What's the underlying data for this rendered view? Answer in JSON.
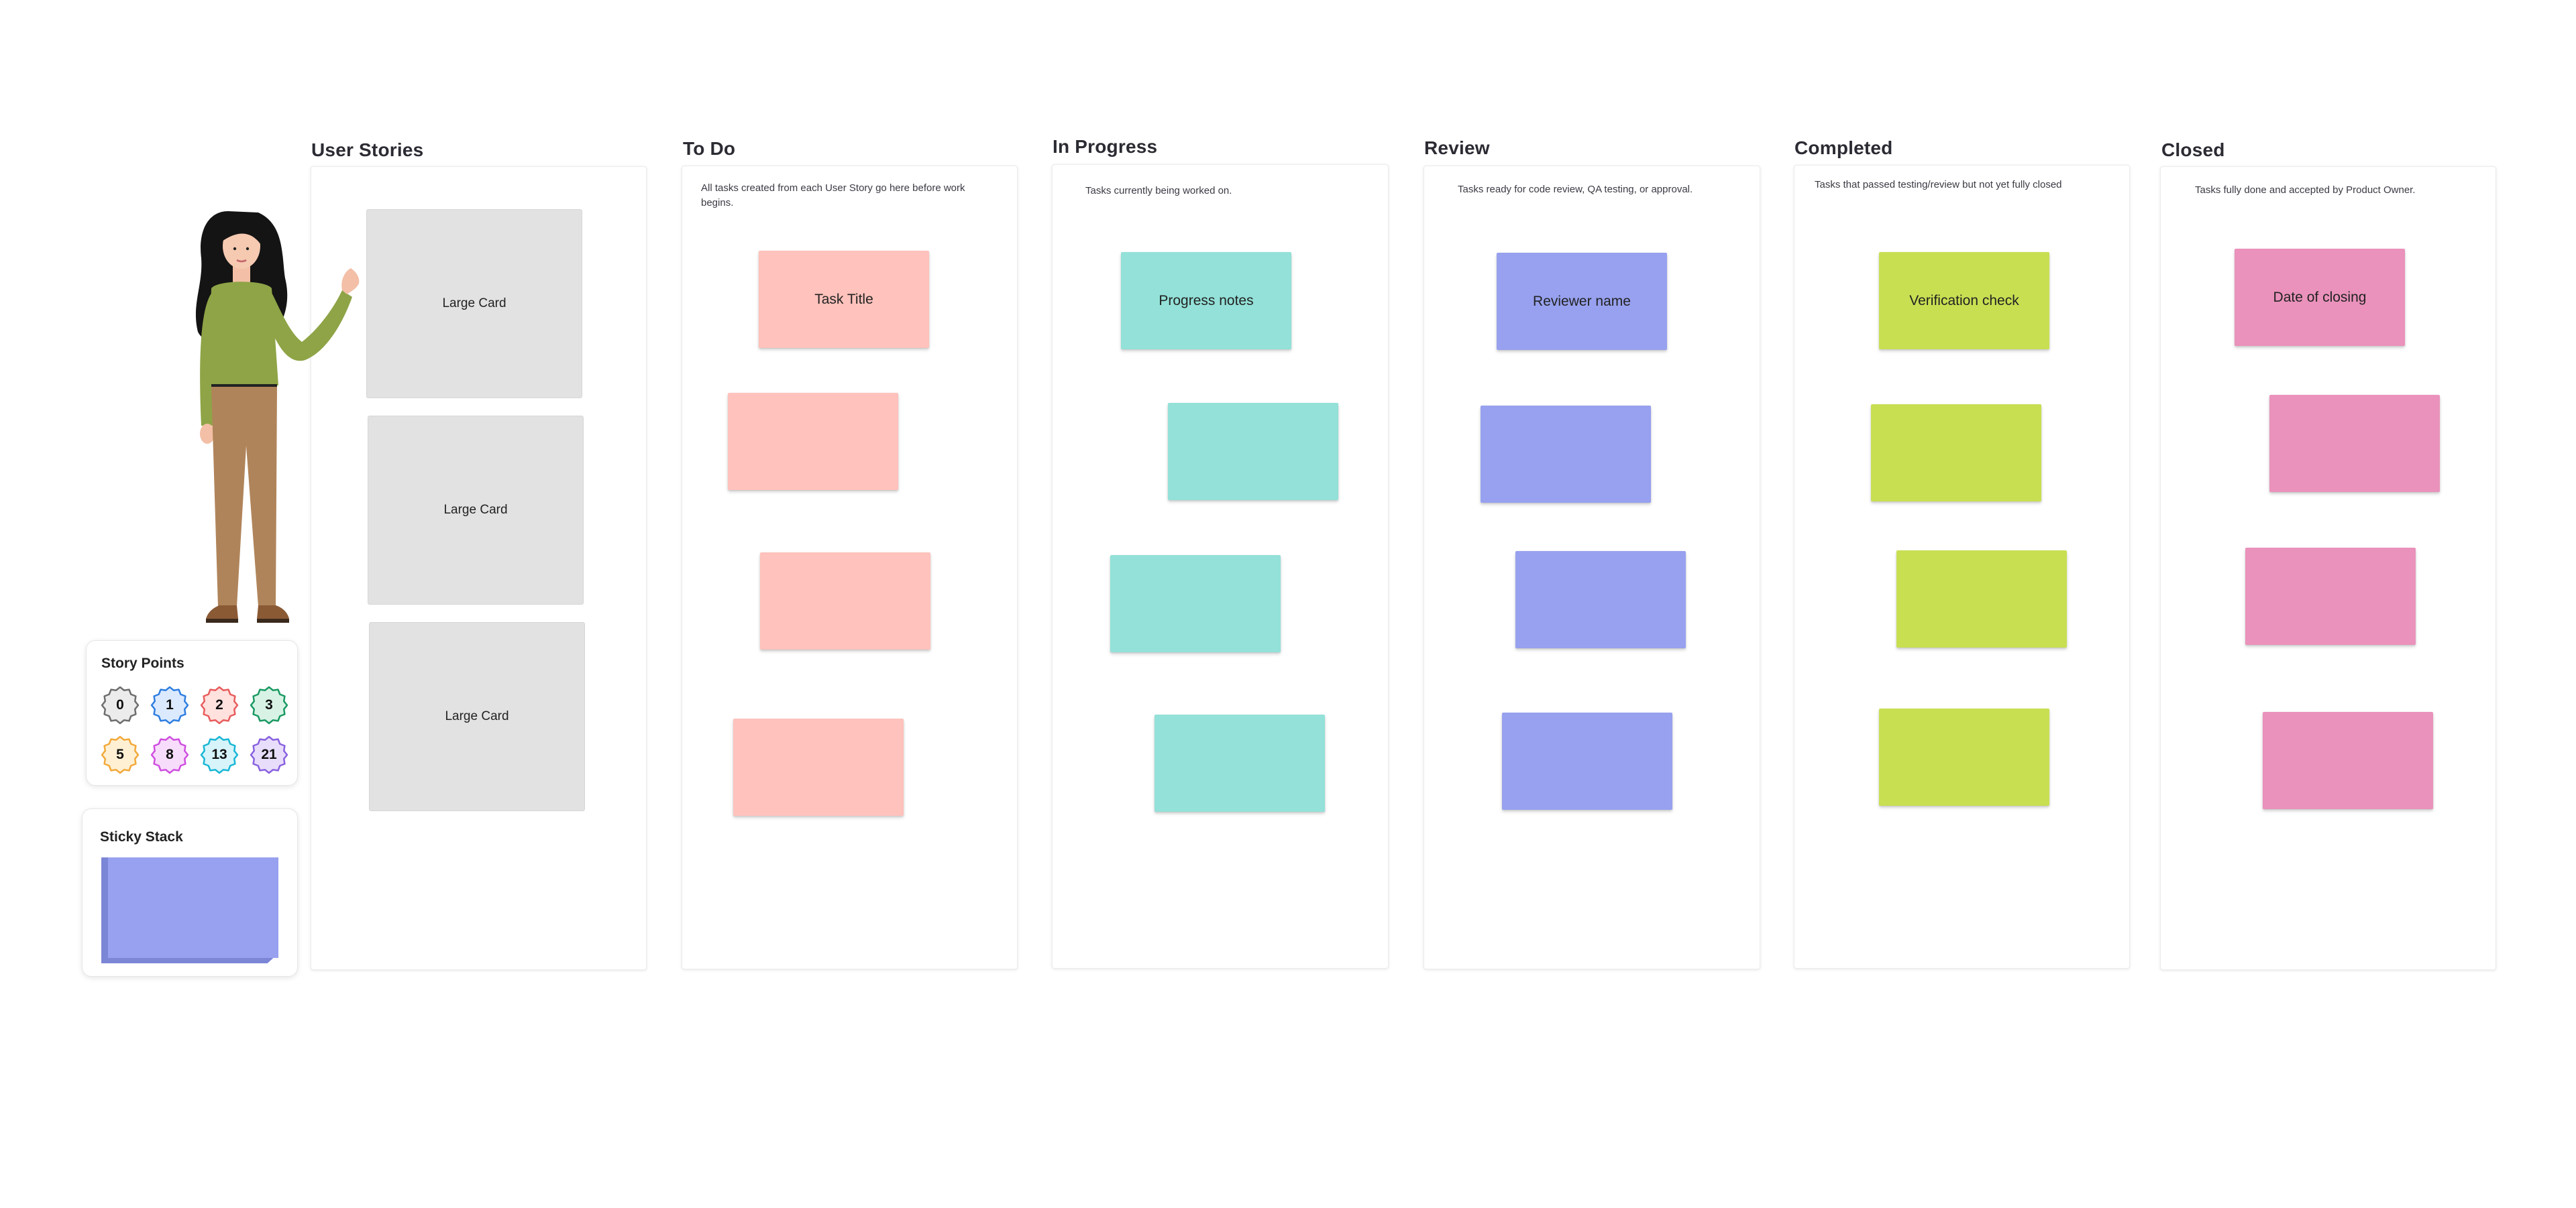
{
  "columns": [
    {
      "title": "User Stories",
      "description": ""
    },
    {
      "title": "To Do",
      "description": "All tasks created from each User Story go here before work begins."
    },
    {
      "title": "In Progress",
      "description": "Tasks currently being worked on."
    },
    {
      "title": "Review",
      "description": "Tasks ready for code review, QA testing, or approval."
    },
    {
      "title": "Completed",
      "description": "Tasks that passed testing/review but not yet fully closed"
    },
    {
      "title": "Closed",
      "description": "Tasks fully done and accepted by Product Owner."
    }
  ],
  "story_cards": [
    "Large Card",
    "Large Card",
    "Large Card"
  ],
  "stickies": {
    "todo": {
      "color": "#ffc2bc",
      "labels": [
        "Task Title",
        "",
        "",
        ""
      ]
    },
    "in_progress": {
      "color": "#93e1d8",
      "labels": [
        "Progress notes",
        "",
        "",
        ""
      ]
    },
    "review": {
      "color": "#97a1ef",
      "labels": [
        "Reviewer name",
        "",
        "",
        ""
      ]
    },
    "completed": {
      "color": "#c8df52",
      "labels": [
        "Verification check",
        "",
        "",
        ""
      ]
    },
    "closed": {
      "color": "#ea92bb",
      "labels": [
        "Date of closing",
        "",
        "",
        ""
      ]
    }
  },
  "story_points": {
    "title": "Story Points",
    "values": [
      "0",
      "1",
      "2",
      "3",
      "5",
      "8",
      "13",
      "21"
    ],
    "colors": [
      "#6e6e6e",
      "#2f7fe0",
      "#e85d5d",
      "#1b9a63",
      "#f2a93b",
      "#cf4fe0",
      "#19b7d6",
      "#8a62e0"
    ],
    "fills": [
      "#ececec",
      "#dceaff",
      "#ffe1de",
      "#d8f3e6",
      "#fff0d4",
      "#f8dcfb",
      "#d6f4fa",
      "#e8defb"
    ]
  },
  "sticky_stack": {
    "title": "Sticky Stack",
    "color": "#97a1ef",
    "shade": "#7c86d6"
  }
}
